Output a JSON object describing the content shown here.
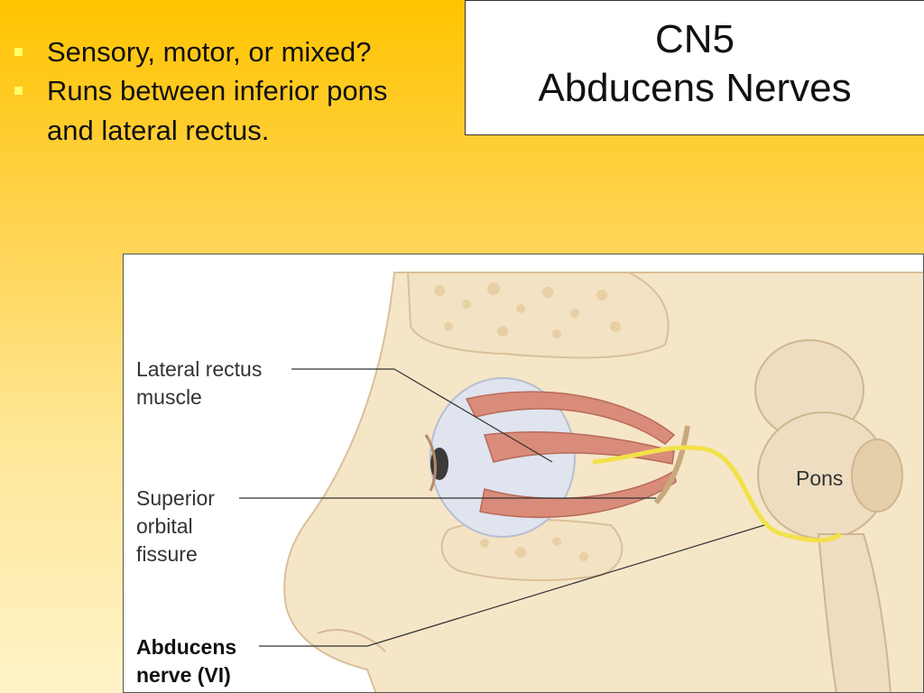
{
  "title": {
    "line1": "CN5",
    "line2": "Abducens Nerves"
  },
  "bullets": [
    "Sensory, motor, or mixed?",
    "Runs between inferior pons and lateral rectus."
  ],
  "figure": {
    "labels": {
      "lateral_rectus_line1": "Lateral rectus",
      "lateral_rectus_line2": "muscle",
      "superior_orbital_line1": "Superior",
      "superior_orbital_line2": "orbital",
      "superior_orbital_line3": "fissure",
      "abducens_line1": "Abducens",
      "abducens_line2": "nerve (VI)",
      "pons": "Pons"
    },
    "colors": {
      "bone": "#f3e2c3",
      "bone_outline": "#d9c09a",
      "muscle": "#d98c7a",
      "nerve": "#f2e14a",
      "eyeball": "#dfe4ee"
    }
  }
}
